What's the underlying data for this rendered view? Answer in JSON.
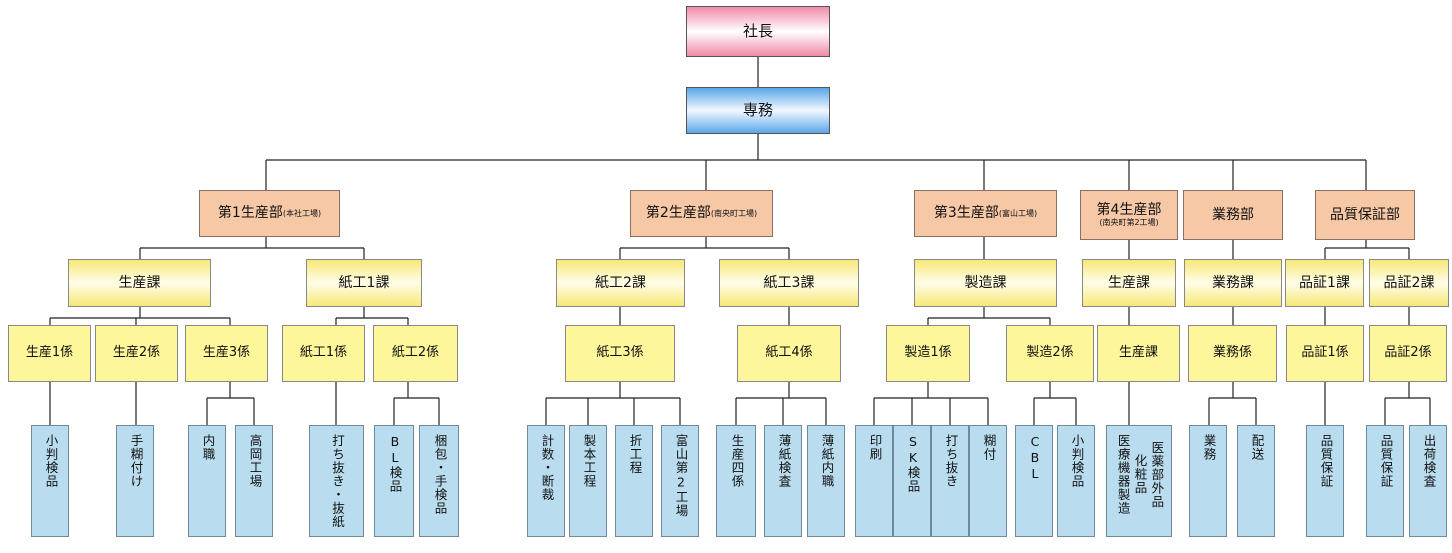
{
  "president": "社長",
  "vice_president": "専務",
  "departments": [
    {
      "name": "第1生産部",
      "note": "(本社工場)"
    },
    {
      "name": "第2生産部",
      "note": "(南央町工場)"
    },
    {
      "name": "第3生産部",
      "note": "(富山工場)"
    },
    {
      "name": "第4生産部",
      "note": "(南央町第2工場)"
    },
    {
      "name": "業務部",
      "note": ""
    },
    {
      "name": "品質保証部",
      "note": ""
    }
  ],
  "sections": [
    "生産課",
    "紙工1課",
    "紙工2課",
    "紙工3課",
    "製造課",
    "生産課",
    "業務課",
    "品証1課",
    "品証2課"
  ],
  "units": [
    "生産1係",
    "生産2係",
    "生産3係",
    "紙工1係",
    "紙工2係",
    "紙工3係",
    "紙工4係",
    "製造1係",
    "製造2係",
    "生産課",
    "業務係",
    "品証1係",
    "品証2係"
  ],
  "tasks": [
    "小判検品",
    "手糊付け",
    "内職",
    "高岡工場",
    "打ち抜き・抜紙",
    "BL検品",
    "梱包・手検品",
    "計数・断裁",
    "製本工程",
    "折工程",
    "富山第2工場",
    "生産四係",
    "薄紙検査",
    "薄紙内職",
    "印刷",
    "SK検品",
    "打ち抜き",
    "糊付",
    "CBL",
    "小判検品",
    "医薬部外品\n化粧品\n医療機器製造",
    "業務",
    "配送",
    "品質保証",
    "品質保証",
    "出荷検査"
  ]
}
